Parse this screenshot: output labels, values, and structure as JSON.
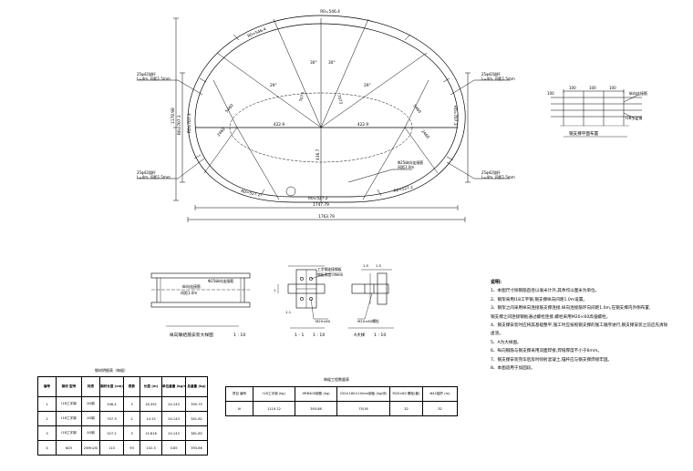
{
  "tunnel": {
    "width_inner": "1747.79",
    "width_outer": "1763.79",
    "half_left": "422.9",
    "half_right": "422.9",
    "r_top": "R0=546.4",
    "r_top_left": "R0=546.4",
    "r_side_left": "R0=707.3",
    "r_side_right": "R0=707.3",
    "r_bottom_left": "R0=527.2",
    "r_bottom_right": "R0=527.2",
    "r_bottom": "R0=527.2",
    "ang_top_left": "29°",
    "ang_top_right": "29°",
    "ang_mid_left": "30°",
    "ang_mid_right": "30°",
    "rad_left_1": "5460",
    "rad_left_2": "7073",
    "rad_left_3": "2460",
    "rad_right_1": "5460",
    "rad_right_2": "7073",
    "rad_right_3": "2460",
    "center_height": "436.7",
    "left_height_1": "1178.98",
    "left_height_2": "R0=707.3",
    "bolt_ul": "25φ42锚杆\nL=4m, 间距1.5mm",
    "bolt_ll": "25φ42锚杆\nL=4m, 间距1.5mm",
    "bolt_ur": "25φ42锚杆\nL=4m, 间距1.5mm",
    "bolt_lr": "25φ42锚杆\nL=4m, 间距1.5mm",
    "bolt_bottom": "Φ25纵向连接筋\n间距1.0m"
  },
  "top_plan": {
    "dims": [
      "100",
      "100",
      "100"
    ],
    "label_a": "纵向连接筋",
    "label_b": "I18工字钢",
    "label_c": "100",
    "title": "钢支撑平面布置"
  },
  "beam_detail": {
    "label_1": "纵向连接筋",
    "label_2": "Φ25纵向连接筋",
    "label_3": "间距1.0m",
    "title": "纵向联结筋安装大样图",
    "scale": "1 : 10"
  },
  "joint_detail": {
    "label_1": "工字钢连接钢板",
    "label_2": "钢板厚度=8mm",
    "label_3": "M20×60",
    "label_4": "M20×60螺栓",
    "label_5": "1",
    "label_6": "1-1",
    "label_7": "1.5",
    "label_8": "1.5",
    "left_title": "1 - 1",
    "left_scale": "1 : 10",
    "right_title": "A大样",
    "right_scale": "1 : 10"
  },
  "notes": {
    "title": "说明:",
    "items": [
      "1、本图尺寸除钢筋直径以毫米计外,其余均以厘米为单位。",
      "2、钢架采用I18工字钢,钢支撑纵向间距1.0m设置。",
      "3、钢架之间采用纵向连接筋支撑连接,纵向连接筋环向间距1.0m,在钢支撑内外侧布置,",
      "   钢支撑之间连接钢板通过螺栓连接,螺栓采用M20×60高强螺栓。",
      "4、钢支撑安装时应将其基础整平,施工时应按照钢支撑的施工顺序进行,钢支撑安装之前应先清除",
      "   虚渣。",
      "5、A为大样图。",
      "6、纵向钢筋与钢支撑采用双面焊接,焊缝厚度不小于6mm。",
      "7、钢支撑安装完毕后及时喷射混凝土,锚杆应与钢支撑焊接牢固。",
      "8、本图适用于加固段。"
    ]
  },
  "steel_table": {
    "title": "钢材明细表（每榀）",
    "headers": [
      "编号",
      "钢材\n型号",
      "材质",
      "钢材长度\n(cm)",
      "根数",
      "长度\n(m)",
      "单位重量\n(kg/m)",
      "总重量\n(kg)"
    ],
    "rows": [
      [
        "1",
        "I18工字钢",
        "A3钢",
        "546.4",
        "3",
        "16.392",
        "24.143",
        "395.75"
      ],
      [
        "2",
        "I18工字钢",
        "A3钢",
        "707.3",
        "2",
        "14.15",
        "24.143",
        "341.62"
      ],
      [
        "3",
        "I18工字钢",
        "A3钢",
        "527.2",
        "3",
        "15.816",
        "24.143",
        "381.85"
      ],
      [
        "4",
        "Φ25",
        "25Mn2Si",
        "110",
        "93",
        "102.3",
        "3.85",
        "393.86"
      ]
    ]
  },
  "qty_table": {
    "title": "每榀工程数量表",
    "headers": [
      "项目\n编号",
      "I18工字钢\n(kg)",
      "HRB400钢筋\n(kg)",
      "220×180×10mm钢板\n(kg/块)",
      "M20×60\n螺栓(套)",
      "Φ42锚杆\n(m)"
    ],
    "row": [
      "IV",
      "1119.22",
      "393.86",
      "75/16",
      "32",
      "32"
    ]
  }
}
